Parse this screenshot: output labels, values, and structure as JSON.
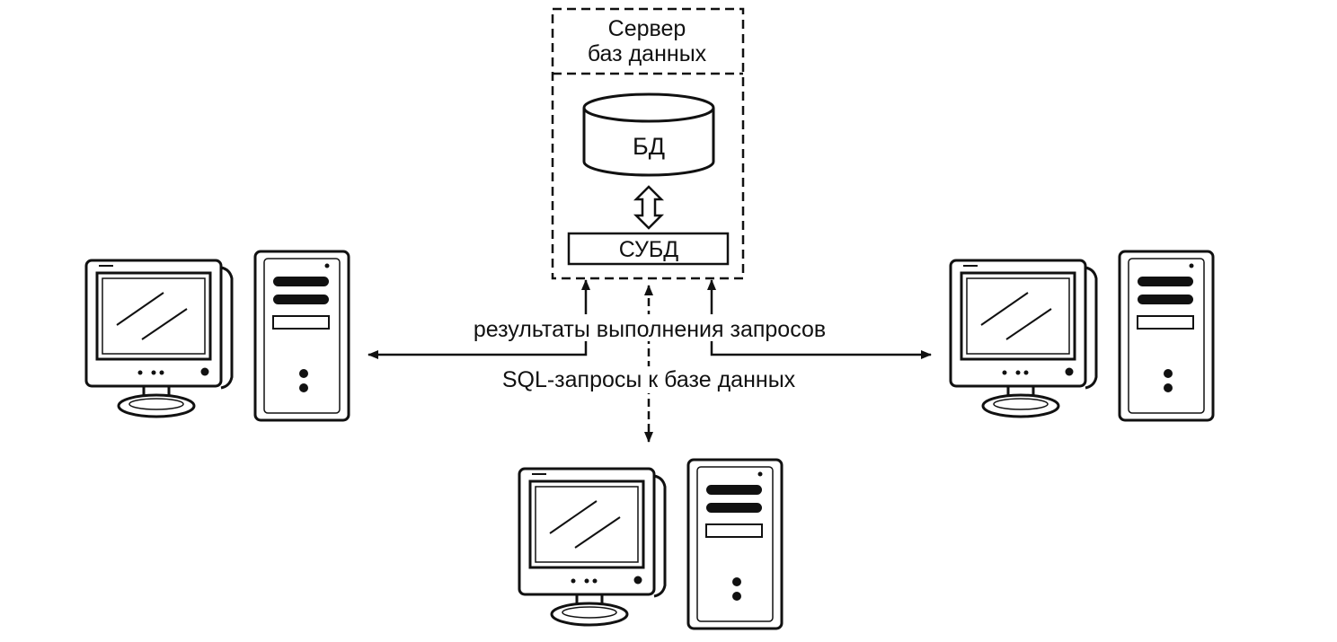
{
  "server": {
    "title_line1": "Сервер",
    "title_line2": "баз данных",
    "db_label": "БД",
    "dbms_label": "СУБД"
  },
  "labels": {
    "results": "результаты выполнения запросов",
    "queries": "SQL-запросы к базе данных"
  },
  "workstations": [
    {
      "icon": "computer-icon"
    },
    {
      "icon": "computer-icon"
    },
    {
      "icon": "computer-icon"
    }
  ],
  "colors": {
    "ink": "#111111",
    "paper": "#ffffff"
  }
}
